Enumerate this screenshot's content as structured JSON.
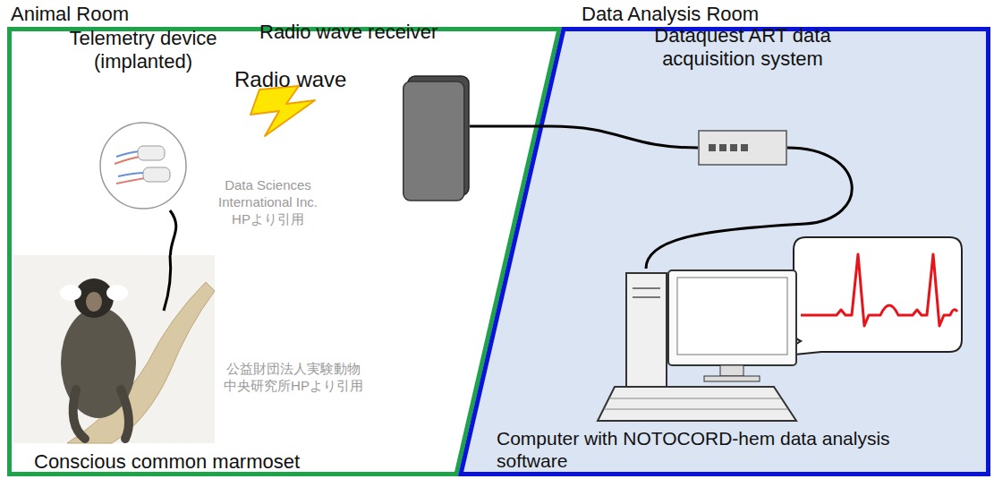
{
  "diagram": {
    "nodes": [
      {
        "text": [
          "Animal Room"
        ]
      },
      {
        "text": [
          "Data Analysis Room"
        ]
      },
      {
        "text": [
          "Telemetry device (implanted)"
        ],
        "in": 0
      },
      {
        "text": [
          "Radio wave receiver"
        ],
        "in": 0
      },
      {
        "text": [
          "Conscious common marmoset"
        ],
        "in": 0
      },
      {
        "text": [
          "Dataquest ART data acquisition system"
        ],
        "in": 1
      },
      {
        "text": [
          "Computer with NOTOCORD-hem data analysis software"
        ],
        "in": 1
      }
    ],
    "edges": [
      {
        "from": 2,
        "to": 4,
        "arrow": "none"
      },
      {
        "from": 3,
        "to": 5,
        "arrow": "none"
      },
      {
        "from": 5,
        "to": 6,
        "arrow": "none"
      }
    ],
    "labels": [
      "Radio wave",
      "Data Sciences International Inc. HPより引用",
      "公益財団法人実験動物 中央研究所HPより引用"
    ]
  }
}
